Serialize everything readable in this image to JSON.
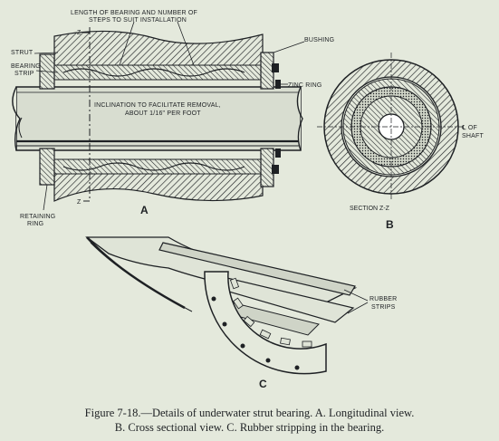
{
  "view_a": {
    "callout_length": "LENGTH OF BEARING AND NUMBER OF",
    "callout_length_2": "STEPS TO SUIT INSTALLATION",
    "strut": "STRUT",
    "bearing_strip_1": "BEARING",
    "bearing_strip_2": "STRIP",
    "bushing": "BUSHING",
    "zinc_ring": "ZINC RING",
    "inclination_1": "INCLINATION TO FACILITATE REMOVAL,",
    "inclination_2": "ABOUT 1/16\" PER FOOT",
    "retaining_ring_1": "RETAINING",
    "retaining_ring_2": "RING",
    "section_mark": "Z",
    "letter": "A"
  },
  "view_b": {
    "centerline_1": "℄ OF",
    "centerline_2": "SHAFT",
    "section_label": "SECTION Z-Z",
    "letter": "B"
  },
  "view_c": {
    "rubber_strips_1": "RUBBER",
    "rubber_strips_2": "STRIPS",
    "letter": "C"
  },
  "caption": {
    "line1": "Figure 7-18.—Details of underwater strut bearing. A. Longitudinal view.",
    "line2": "B. Cross sectional view. C. Rubber stripping in the bearing."
  },
  "colors": {
    "ink": "#1e2124",
    "paper": "#e4e9dc"
  }
}
